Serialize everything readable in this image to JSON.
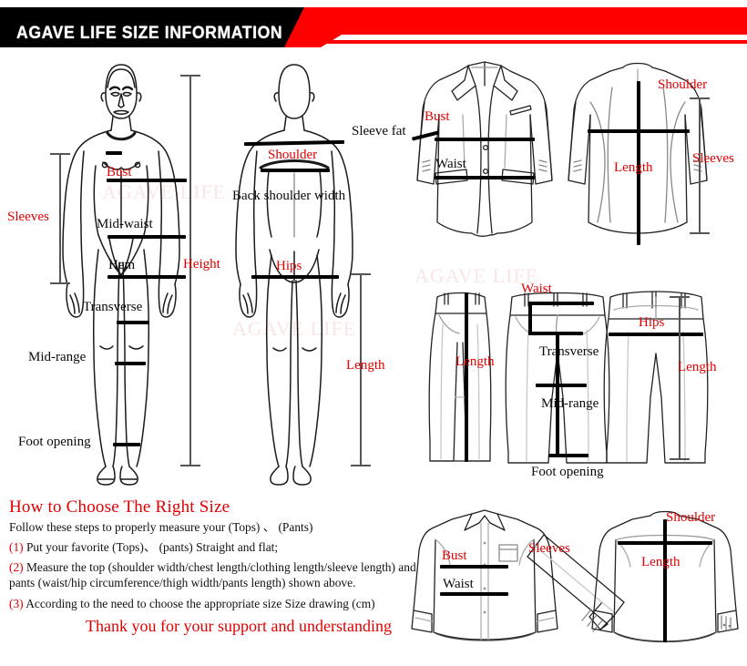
{
  "header": {
    "title": "AGAVE LIFE SIZE INFORMATION",
    "bar_color": "#000000",
    "accent_color": "#ff0000"
  },
  "colors": {
    "red_label": "#e00000",
    "black_label": "#0a0a0a",
    "measure_bar": "#000000",
    "bracket": "#555555"
  },
  "figures": {
    "body_front": {
      "name": "Male body front view",
      "labels": {
        "sleeves": "Sleeves",
        "bust": "Bust",
        "mid_waist": "Mid-waist",
        "hem": "Hem",
        "transverse": "Transverse",
        "mid_range": "Mid-range",
        "foot_opening": "Foot opening",
        "height": "Height"
      }
    },
    "body_back": {
      "name": "Male body back view",
      "labels": {
        "shoulder": "Shoulder",
        "back_shoulder_width": "Back shoulder width",
        "hips": "Hips",
        "length": "Length"
      }
    },
    "jacket_front": {
      "name": "Suit jacket front view",
      "labels": {
        "sleeve_fat": "Sleeve fat",
        "bust": "Bust",
        "waist": "Waist"
      }
    },
    "jacket_back": {
      "name": "Suit jacket back view",
      "labels": {
        "shoulder": "Shoulder",
        "sleeves": "Sleeves",
        "length": "Length"
      }
    },
    "pants_side": {
      "name": "Trousers side view",
      "labels": {
        "length": "Length"
      }
    },
    "pants_front": {
      "name": "Trousers front view",
      "labels": {
        "waist": "Waist",
        "transverse": "Transverse",
        "mid_range": "Mid-range",
        "foot_opening": "Foot opening"
      }
    },
    "pants_back": {
      "name": "Trousers back view",
      "labels": {
        "hips": "Hips",
        "length": "Length"
      }
    },
    "shirt_front": {
      "name": "Shirt front view",
      "labels": {
        "bust": "Bust",
        "waist": "Waist",
        "sleeves": "Sleeves"
      }
    },
    "shirt_back": {
      "name": "Shirt back view",
      "labels": {
        "shoulder": "Shoulder",
        "length": "Length"
      }
    }
  },
  "howto": {
    "heading": "How to Choose The Right Size",
    "intro": "Follow these steps to properly measure your (Tops) 、 (Pants)",
    "steps": [
      {
        "num": "(1)",
        "text": "Put your favorite (Tops)、 (pants) Straight and flat;"
      },
      {
        "num": "(2)",
        "text": "Measure the top (shoulder width/chest length/clothing length/sleeve length) and pants (waist/hip circumference/thigh width/pants length) shown above."
      },
      {
        "num": "(3)",
        "text": "According to the need to choose the appropriate size Size drawing (cm)"
      }
    ],
    "thanks": "Thank you for your support and understanding"
  },
  "watermark": "AGAVE LIFE"
}
